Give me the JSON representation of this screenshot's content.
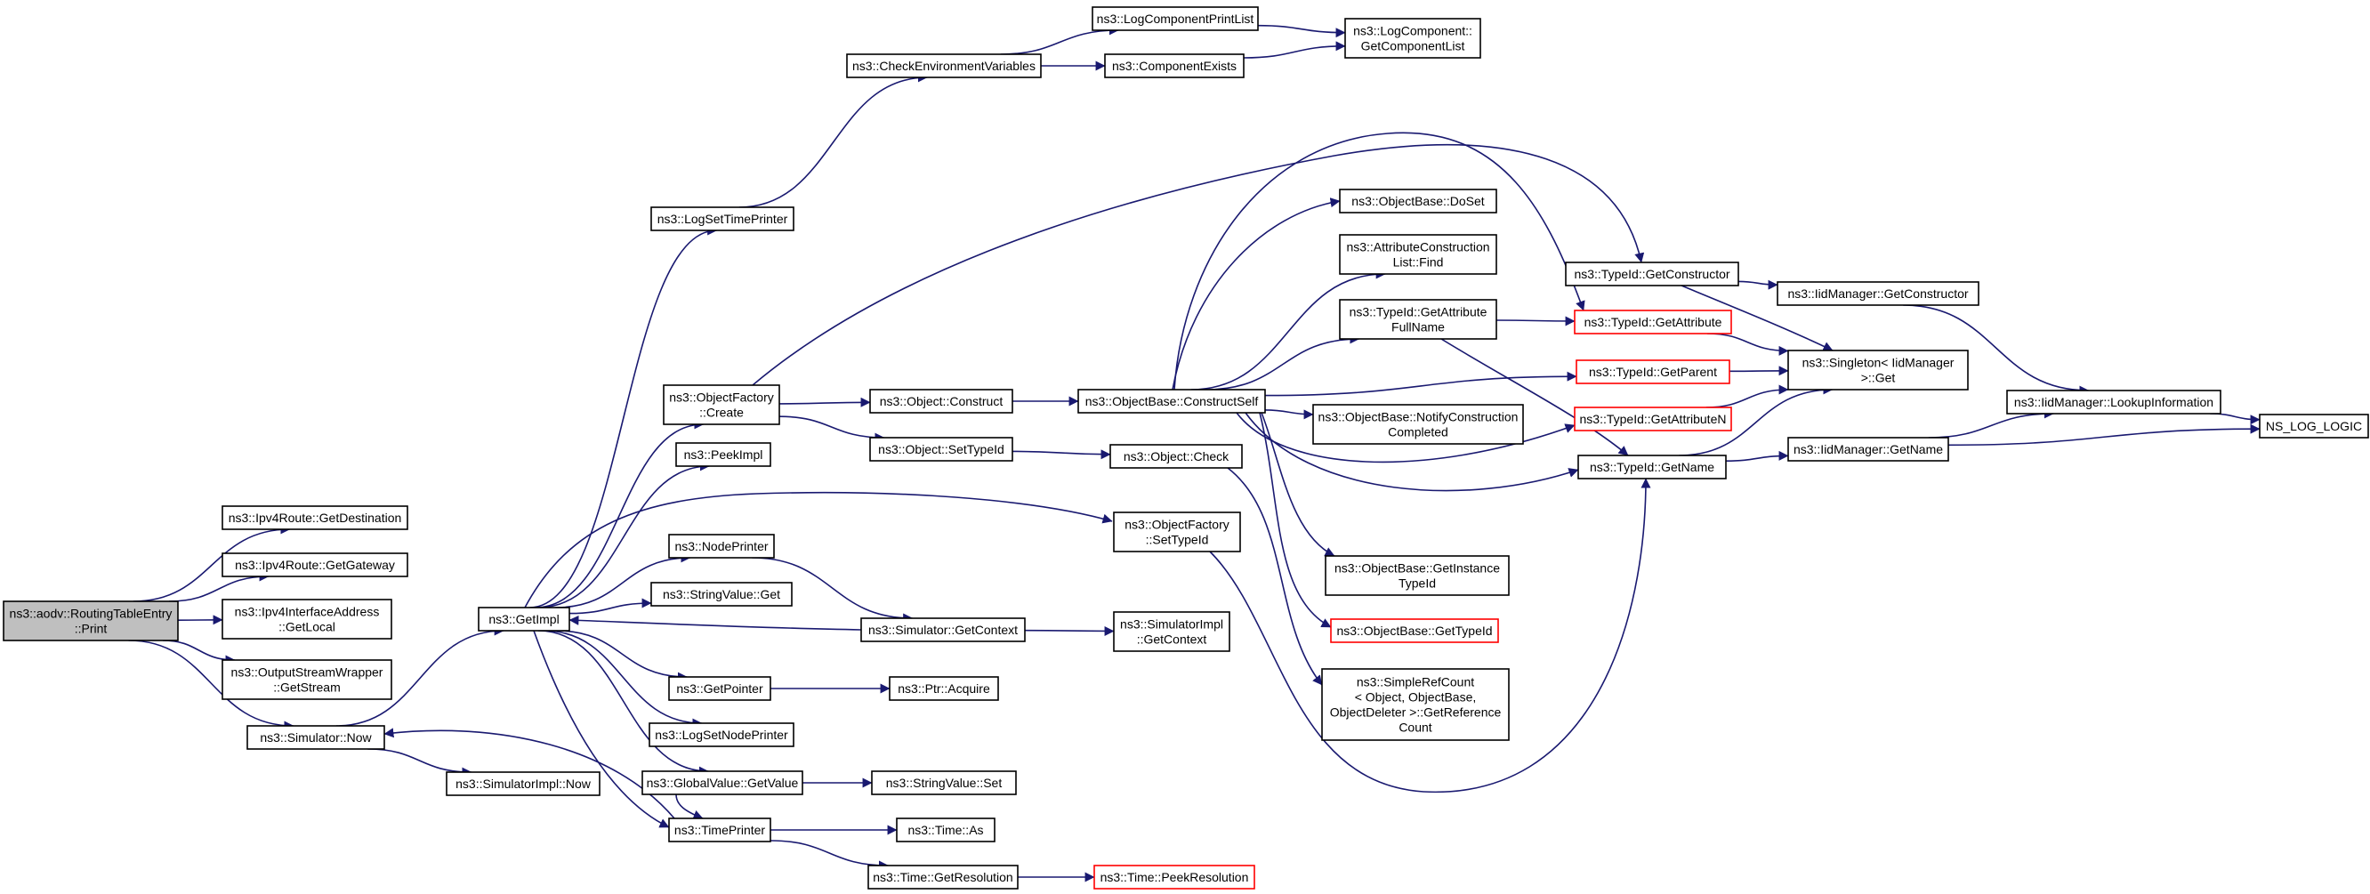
{
  "colors": {
    "edge": "#191970",
    "node_border": "#000000",
    "node_border_external": "#ff0000",
    "node_fill": "#ffffff",
    "root_fill": "#bfbfbf"
  },
  "nodes": [
    {
      "id": "root",
      "lines": [
        "ns3::aodv::RoutingTableEntry",
        "::Print"
      ],
      "style": "root"
    },
    {
      "id": "getDestination",
      "lines": [
        "ns3::Ipv4Route::GetDestination"
      ],
      "style": "normal"
    },
    {
      "id": "getGateway",
      "lines": [
        "ns3::Ipv4Route::GetGateway"
      ],
      "style": "normal"
    },
    {
      "id": "getLocal",
      "lines": [
        "ns3::Ipv4InterfaceAddress",
        "::GetLocal"
      ],
      "style": "normal"
    },
    {
      "id": "getStream",
      "lines": [
        "ns3::OutputStreamWrapper",
        "::GetStream"
      ],
      "style": "normal"
    },
    {
      "id": "simNow",
      "lines": [
        "ns3::Simulator::Now"
      ],
      "style": "normal"
    },
    {
      "id": "simImplNow",
      "lines": [
        "ns3::SimulatorImpl::Now"
      ],
      "style": "normal"
    },
    {
      "id": "getImpl",
      "lines": [
        "ns3::GetImpl"
      ],
      "style": "normal"
    },
    {
      "id": "logSetTimePrinter",
      "lines": [
        "ns3::LogSetTimePrinter"
      ],
      "style": "normal"
    },
    {
      "id": "checkEnv",
      "lines": [
        "ns3::CheckEnvironmentVariables"
      ],
      "style": "normal"
    },
    {
      "id": "logCompPrintList",
      "lines": [
        "ns3::LogComponentPrintList"
      ],
      "style": "normal"
    },
    {
      "id": "componentExists",
      "lines": [
        "ns3::ComponentExists"
      ],
      "style": "normal"
    },
    {
      "id": "logCompGetList",
      "lines": [
        "ns3::LogComponent::",
        "GetComponentList"
      ],
      "style": "normal"
    },
    {
      "id": "objFactoryCreate",
      "lines": [
        "ns3::ObjectFactory",
        "::Create"
      ],
      "style": "normal"
    },
    {
      "id": "peekImpl",
      "lines": [
        "ns3::PeekImpl"
      ],
      "style": "normal"
    },
    {
      "id": "nodePrinter",
      "lines": [
        "ns3::NodePrinter"
      ],
      "style": "normal"
    },
    {
      "id": "stringValueGet",
      "lines": [
        "ns3::StringValue::Get"
      ],
      "style": "normal"
    },
    {
      "id": "getPointer",
      "lines": [
        "ns3::GetPointer"
      ],
      "style": "normal"
    },
    {
      "id": "logSetNodePrinter",
      "lines": [
        "ns3::LogSetNodePrinter"
      ],
      "style": "normal"
    },
    {
      "id": "globalValueGetValue",
      "lines": [
        "ns3::GlobalValue::GetValue"
      ],
      "style": "normal"
    },
    {
      "id": "timePrinter",
      "lines": [
        "ns3::TimePrinter"
      ],
      "style": "normal"
    },
    {
      "id": "objectConstruct",
      "lines": [
        "ns3::Object::Construct"
      ],
      "style": "normal"
    },
    {
      "id": "objectSetTypeId",
      "lines": [
        "ns3::Object::SetTypeId"
      ],
      "style": "normal"
    },
    {
      "id": "simGetContext",
      "lines": [
        "ns3::Simulator::GetContext"
      ],
      "style": "normal"
    },
    {
      "id": "ptrAcquire",
      "lines": [
        "ns3::Ptr::Acquire"
      ],
      "style": "normal"
    },
    {
      "id": "stringValueSet",
      "lines": [
        "ns3::StringValue::Set"
      ],
      "style": "normal"
    },
    {
      "id": "timeAs",
      "lines": [
        "ns3::Time::As"
      ],
      "style": "normal"
    },
    {
      "id": "timeGetResolution",
      "lines": [
        "ns3::Time::GetResolution"
      ],
      "style": "normal"
    },
    {
      "id": "timePeekResolution",
      "lines": [
        "ns3::Time::PeekResolution"
      ],
      "style": "external"
    },
    {
      "id": "objBaseConstructSelf",
      "lines": [
        "ns3::ObjectBase::ConstructSelf"
      ],
      "style": "normal"
    },
    {
      "id": "objectCheck",
      "lines": [
        "ns3::Object::Check"
      ],
      "style": "normal"
    },
    {
      "id": "objFactorySetTypeId",
      "lines": [
        "ns3::ObjectFactory",
        "::SetTypeId"
      ],
      "style": "normal"
    },
    {
      "id": "simImplGetContext",
      "lines": [
        "ns3::SimulatorImpl",
        "::GetContext"
      ],
      "style": "normal"
    },
    {
      "id": "objBaseDoSet",
      "lines": [
        "ns3::ObjectBase::DoSet"
      ],
      "style": "normal"
    },
    {
      "id": "attrConstrListFind",
      "lines": [
        "ns3::AttributeConstruction",
        "List::Find"
      ],
      "style": "normal"
    },
    {
      "id": "typeIdGetAttrFullName",
      "lines": [
        "ns3::TypeId::GetAttribute",
        "FullName"
      ],
      "style": "normal"
    },
    {
      "id": "objBaseNotifyConstr",
      "lines": [
        "ns3::ObjectBase::NotifyConstruction",
        "Completed"
      ],
      "style": "normal"
    },
    {
      "id": "objBaseGetInstanceTypeId",
      "lines": [
        "ns3::ObjectBase::GetInstance",
        "TypeId"
      ],
      "style": "normal"
    },
    {
      "id": "objBaseGetTypeId",
      "lines": [
        "ns3::ObjectBase::GetTypeId"
      ],
      "style": "external"
    },
    {
      "id": "simpleRefCount",
      "lines": [
        "ns3::SimpleRefCount",
        "< Object, ObjectBase,",
        "ObjectDeleter >::GetReference",
        "Count"
      ],
      "style": "normal"
    },
    {
      "id": "typeIdGetConstructor",
      "lines": [
        "ns3::TypeId::GetConstructor"
      ],
      "style": "normal"
    },
    {
      "id": "typeIdGetAttribute",
      "lines": [
        "ns3::TypeId::GetAttribute"
      ],
      "style": "external"
    },
    {
      "id": "typeIdGetParent",
      "lines": [
        "ns3::TypeId::GetParent"
      ],
      "style": "external"
    },
    {
      "id": "typeIdGetAttributeN",
      "lines": [
        "ns3::TypeId::GetAttributeN"
      ],
      "style": "external"
    },
    {
      "id": "typeIdGetName",
      "lines": [
        "ns3::TypeId::GetName"
      ],
      "style": "normal"
    },
    {
      "id": "iidMgrGetConstructor",
      "lines": [
        "ns3::IidManager::GetConstructor"
      ],
      "style": "normal"
    },
    {
      "id": "singletonGet",
      "lines": [
        "ns3::Singleton< IidManager",
        ">::Get"
      ],
      "style": "normal"
    },
    {
      "id": "iidMgrGetName",
      "lines": [
        "ns3::IidManager::GetName"
      ],
      "style": "normal"
    },
    {
      "id": "iidMgrLookupInfo",
      "lines": [
        "ns3::IidManager::LookupInformation"
      ],
      "style": "normal"
    },
    {
      "id": "nsLogLogic",
      "lines": [
        "NS_LOG_LOGIC"
      ],
      "style": "normal"
    }
  ],
  "edges": [
    [
      "root",
      "getDestination"
    ],
    [
      "root",
      "getGateway"
    ],
    [
      "root",
      "getLocal"
    ],
    [
      "root",
      "getStream"
    ],
    [
      "root",
      "simNow"
    ],
    [
      "simNow",
      "getImpl"
    ],
    [
      "simNow",
      "simImplNow"
    ],
    [
      "getImpl",
      "logSetTimePrinter"
    ],
    [
      "getImpl",
      "objFactoryCreate"
    ],
    [
      "getImpl",
      "peekImpl"
    ],
    [
      "getImpl",
      "nodePrinter"
    ],
    [
      "getImpl",
      "stringValueGet"
    ],
    [
      "getImpl",
      "getPointer"
    ],
    [
      "getImpl",
      "logSetNodePrinter"
    ],
    [
      "getImpl",
      "globalValueGetValue"
    ],
    [
      "getImpl",
      "timePrinter"
    ],
    [
      "getImpl",
      "objFactorySetTypeId"
    ],
    [
      "logSetTimePrinter",
      "checkEnv"
    ],
    [
      "checkEnv",
      "logCompPrintList"
    ],
    [
      "checkEnv",
      "componentExists"
    ],
    [
      "logCompPrintList",
      "logCompGetList"
    ],
    [
      "componentExists",
      "logCompGetList"
    ],
    [
      "objFactoryCreate",
      "objectConstruct"
    ],
    [
      "objFactoryCreate",
      "objectSetTypeId"
    ],
    [
      "objFactoryCreate",
      "typeIdGetConstructor"
    ],
    [
      "nodePrinter",
      "simGetContext"
    ],
    [
      "simGetContext",
      "getImpl"
    ],
    [
      "simGetContext",
      "simImplGetContext"
    ],
    [
      "getPointer",
      "ptrAcquire"
    ],
    [
      "globalValueGetValue",
      "stringValueSet"
    ],
    [
      "globalValueGetValue",
      "timePrinter"
    ],
    [
      "timePrinter",
      "timeAs"
    ],
    [
      "timePrinter",
      "timeGetResolution"
    ],
    [
      "timePrinter",
      "simNow"
    ],
    [
      "timeGetResolution",
      "timePeekResolution"
    ],
    [
      "objectConstruct",
      "objBaseConstructSelf"
    ],
    [
      "objectSetTypeId",
      "objectCheck"
    ],
    [
      "objBaseConstructSelf",
      "objBaseDoSet"
    ],
    [
      "objBaseConstructSelf",
      "attrConstrListFind"
    ],
    [
      "objBaseConstructSelf",
      "typeIdGetAttrFullName"
    ],
    [
      "objBaseConstructSelf",
      "typeIdGetAttribute"
    ],
    [
      "objBaseConstructSelf",
      "typeIdGetParent"
    ],
    [
      "objBaseConstructSelf",
      "typeIdGetAttributeN"
    ],
    [
      "objBaseConstructSelf",
      "typeIdGetName"
    ],
    [
      "objBaseConstructSelf",
      "objBaseNotifyConstr"
    ],
    [
      "objBaseConstructSelf",
      "objBaseGetInstanceTypeId"
    ],
    [
      "objBaseConstructSelf",
      "objBaseGetTypeId"
    ],
    [
      "objectCheck",
      "simpleRefCount"
    ],
    [
      "objFactorySetTypeId",
      "typeIdGetName"
    ],
    [
      "typeIdGetAttrFullName",
      "typeIdGetAttribute"
    ],
    [
      "typeIdGetAttrFullName",
      "typeIdGetName"
    ],
    [
      "typeIdGetConstructor",
      "iidMgrGetConstructor"
    ],
    [
      "typeIdGetConstructor",
      "singletonGet"
    ],
    [
      "typeIdGetAttribute",
      "singletonGet"
    ],
    [
      "typeIdGetParent",
      "singletonGet"
    ],
    [
      "typeIdGetAttributeN",
      "singletonGet"
    ],
    [
      "typeIdGetName",
      "singletonGet"
    ],
    [
      "typeIdGetName",
      "iidMgrGetName"
    ],
    [
      "iidMgrGetConstructor",
      "iidMgrLookupInfo"
    ],
    [
      "iidMgrGetName",
      "iidMgrLookupInfo"
    ],
    [
      "iidMgrGetName",
      "nsLogLogic"
    ],
    [
      "iidMgrLookupInfo",
      "nsLogLogic"
    ]
  ]
}
